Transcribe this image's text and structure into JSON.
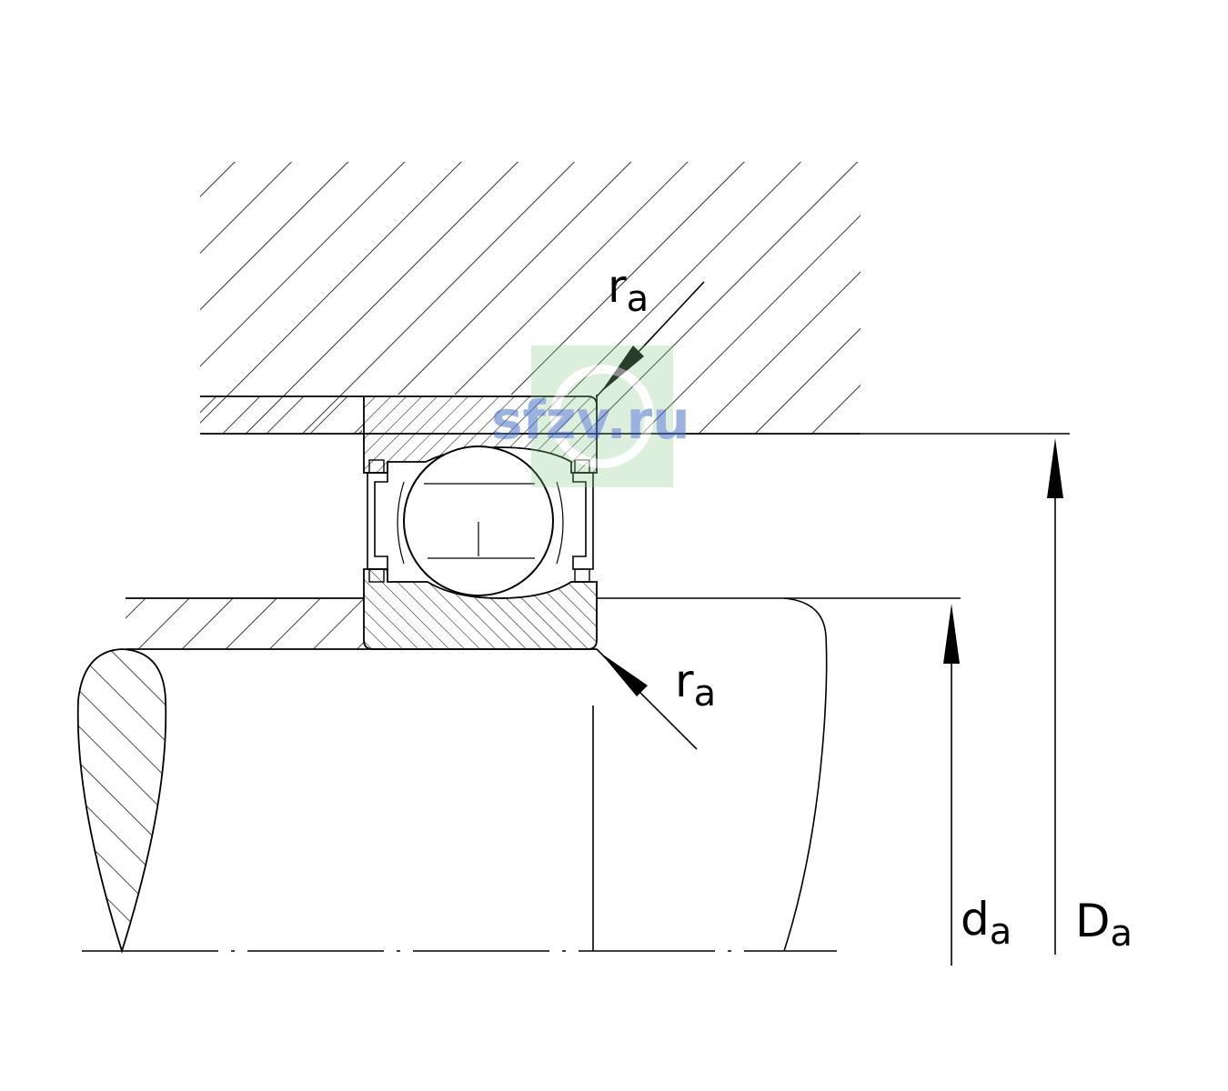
{
  "labels": {
    "ra_top": {
      "main": "r",
      "sub": "a"
    },
    "ra_bottom": {
      "main": "r",
      "sub": "a"
    },
    "da": {
      "main": "d",
      "sub": "a"
    },
    "Da": {
      "main": "D",
      "sub": "a"
    }
  },
  "watermark": {
    "text": "sfzv.ru"
  },
  "colors": {
    "line": "#000000",
    "background": "#ffffff",
    "watermark_text": "#4a74c9",
    "watermark_bg": "#8cc88c"
  }
}
